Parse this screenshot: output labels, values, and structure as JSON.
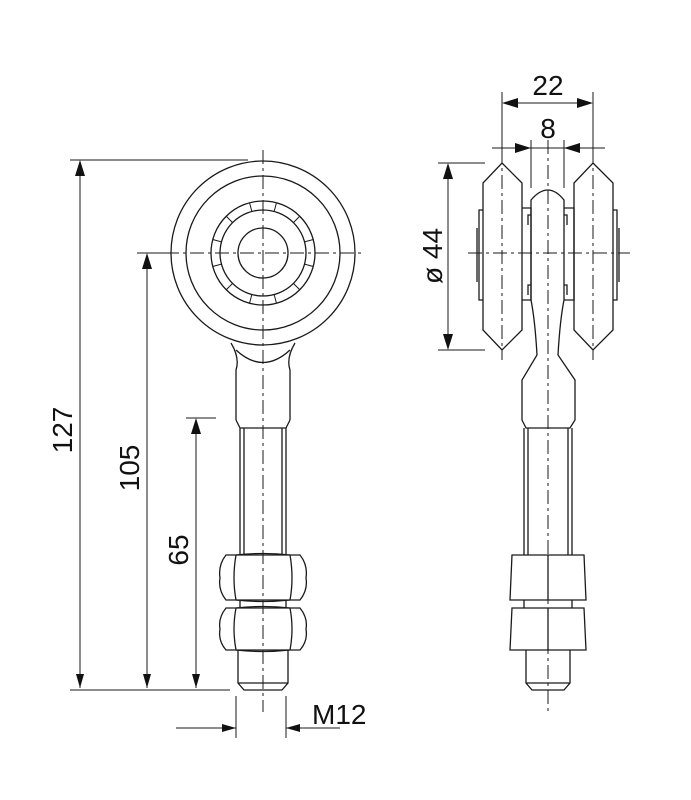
{
  "drawing": {
    "side_view": {
      "dimensions": {
        "overall_height": "127",
        "axle_to_end": "105",
        "thread_length": "65",
        "thread": "M12"
      }
    },
    "front_view": {
      "dimensions": {
        "wheel_outer_span": "22",
        "fork_gap": "8",
        "wheel_diameter": "ø 44"
      }
    }
  }
}
